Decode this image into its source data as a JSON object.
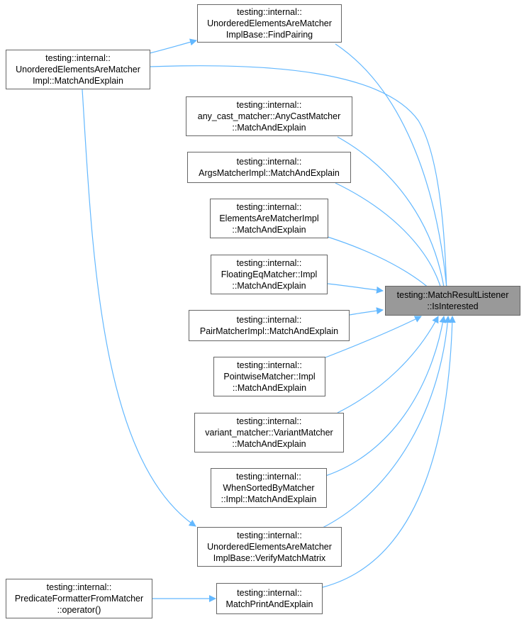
{
  "colors": {
    "edge": "#63b8ff",
    "node_border": "#666666",
    "target_fill": "#999999"
  },
  "nodes": {
    "n1": {
      "lines": [
        "testing::internal::",
        "UnorderedElementsAreMatcher",
        "ImplBase::FindPairing"
      ]
    },
    "n2": {
      "lines": [
        "testing::internal::",
        "UnorderedElementsAreMatcher",
        "Impl::MatchAndExplain"
      ]
    },
    "n3": {
      "lines": [
        "testing::internal::",
        "any_cast_matcher::AnyCastMatcher",
        "::MatchAndExplain"
      ]
    },
    "n4": {
      "lines": [
        "testing::internal::",
        "ArgsMatcherImpl::MatchAndExplain"
      ]
    },
    "n5": {
      "lines": [
        "testing::internal::",
        "ElementsAreMatcherImpl",
        "::MatchAndExplain"
      ]
    },
    "n6": {
      "lines": [
        "testing::internal::",
        "FloatingEqMatcher::Impl",
        "::MatchAndExplain"
      ]
    },
    "n7": {
      "lines": [
        "testing::internal::",
        "PairMatcherImpl::MatchAndExplain"
      ]
    },
    "n8": {
      "lines": [
        "testing::internal::",
        "PointwiseMatcher::Impl",
        "::MatchAndExplain"
      ]
    },
    "n9": {
      "lines": [
        "testing::internal::",
        "variant_matcher::VariantMatcher",
        "::MatchAndExplain"
      ]
    },
    "n10": {
      "lines": [
        "testing::internal::",
        "WhenSortedByMatcher",
        "::Impl::MatchAndExplain"
      ]
    },
    "n11": {
      "lines": [
        "testing::internal::",
        "UnorderedElementsAreMatcher",
        "ImplBase::VerifyMatchMatrix"
      ]
    },
    "n12": {
      "lines": [
        "testing::internal::",
        "PredicateFormatterFromMatcher",
        "::operator()"
      ]
    },
    "n13": {
      "lines": [
        "testing::internal::",
        "MatchPrintAndExplain"
      ]
    },
    "target": {
      "lines": [
        "testing::MatchResultListener",
        "::IsInterested"
      ]
    }
  },
  "edges": [
    {
      "from": "n1",
      "to": "target"
    },
    {
      "from": "n2",
      "to": "target"
    },
    {
      "from": "n2",
      "to": "n1"
    },
    {
      "from": "n2",
      "to": "n11"
    },
    {
      "from": "n3",
      "to": "target"
    },
    {
      "from": "n4",
      "to": "target"
    },
    {
      "from": "n5",
      "to": "target"
    },
    {
      "from": "n6",
      "to": "target"
    },
    {
      "from": "n7",
      "to": "target"
    },
    {
      "from": "n8",
      "to": "target"
    },
    {
      "from": "n9",
      "to": "target"
    },
    {
      "from": "n10",
      "to": "target"
    },
    {
      "from": "n11",
      "to": "target"
    },
    {
      "from": "n12",
      "to": "n13"
    },
    {
      "from": "n13",
      "to": "target"
    }
  ]
}
